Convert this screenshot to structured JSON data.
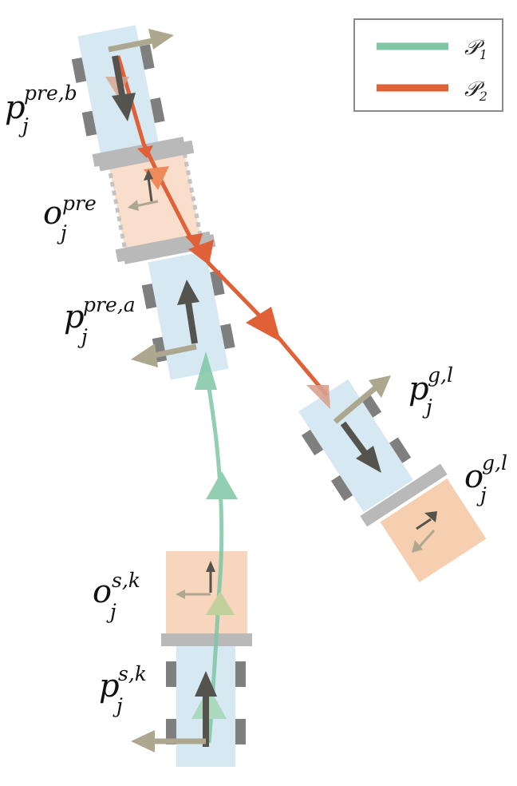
{
  "legend": {
    "items": [
      {
        "symbol": "𝒫",
        "subscript": "1",
        "color": "#7fc7a4"
      },
      {
        "symbol": "𝒫",
        "subscript": "2",
        "color": "#e06038"
      }
    ]
  },
  "labels": {
    "p_pre_b": {
      "base": "p",
      "sup": "pre,b",
      "sub": "j"
    },
    "o_pre": {
      "base": "o",
      "sup": "pre",
      "sub": "j"
    },
    "p_pre_a": {
      "base": "p",
      "sup": "pre,a",
      "sub": "j"
    },
    "p_g_l": {
      "base": "p",
      "sup": "g,l",
      "sub": "j"
    },
    "o_g_l": {
      "base": "o",
      "sup": "g,l",
      "sub": "j"
    },
    "o_s_k": {
      "base": "o",
      "sup": "s,k",
      "sub": "j"
    },
    "p_s_k": {
      "base": "p",
      "sup": "s,k",
      "sub": "j"
    }
  },
  "colors": {
    "robot_body": "#d6e8f1",
    "wheel": "#7f7f7f",
    "object_fill": "#f6cfb1",
    "object_fill_light": "#f9dfcb",
    "fork_bar": "#b9b9b9",
    "heading_arrow": "#55534d",
    "frame_arrow": "#aca78e",
    "path_1": "#7fc7a4",
    "path_2": "#e06038"
  }
}
